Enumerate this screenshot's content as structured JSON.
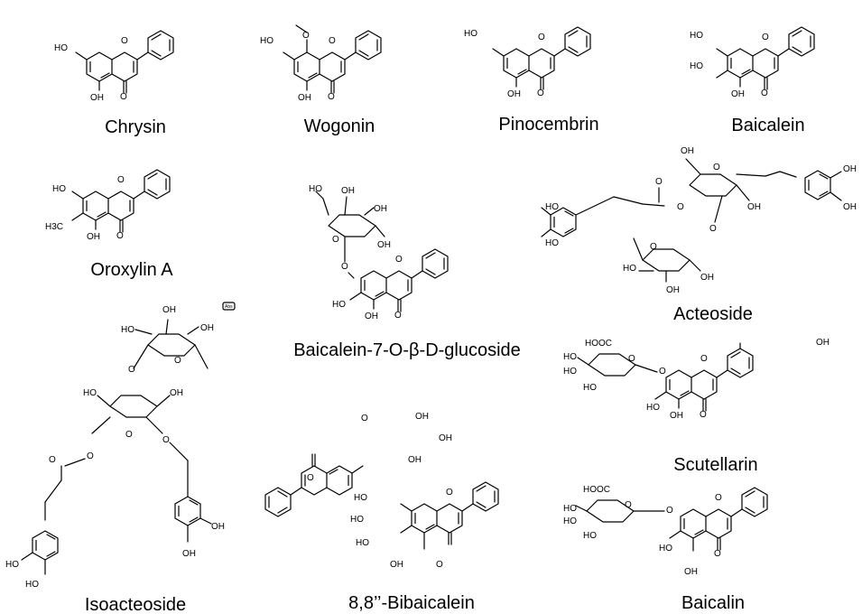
{
  "compounds": [
    {
      "name": "Chrysin"
    },
    {
      "name": "Wogonin"
    },
    {
      "name": "Pinocembrin"
    },
    {
      "name": "Baicalein"
    },
    {
      "name": "Oroxylin A"
    },
    {
      "name": "Baicalein-7-O-β-D-glucoside"
    },
    {
      "name": "Acteoside"
    },
    {
      "name": "Isoacteoside"
    },
    {
      "name": "8,8’’-Bibaicalein"
    },
    {
      "name": "Scutellarin"
    },
    {
      "name": "Baicalin"
    }
  ],
  "atom_labels": {
    "oh": "OH",
    "ho": "HO",
    "o": "O",
    "me": "H3C",
    "ome": "O",
    "cooh": "HOOC",
    "abs": "Abs"
  }
}
